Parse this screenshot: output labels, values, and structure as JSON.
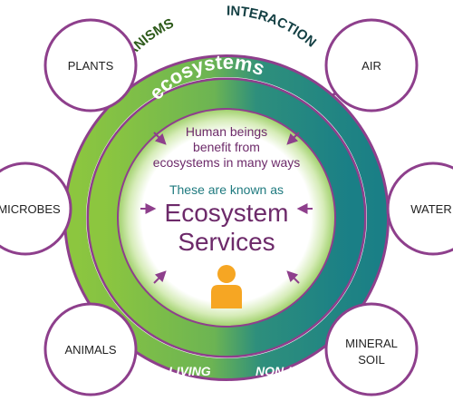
{
  "band": {
    "organisms": "ORGANISMS",
    "interaction": "INTERACTION",
    "living": "LIVING",
    "non_living": "NON-LIVING",
    "ecosystems": "ecosystems"
  },
  "nodes": {
    "plants": "PLANTS",
    "microbes": "MICROBES",
    "animals": "ANIMALS",
    "air": "AIR",
    "water": "WATER",
    "mineral_soil": [
      "MINERAL",
      "SOIL"
    ]
  },
  "center": {
    "line1": "Human beings",
    "line2": "benefit from",
    "line3": "ecosystems in many ways",
    "known_as": "These are known as",
    "title1": "Ecosystem",
    "title2": "Services"
  },
  "colors": {
    "living_green": "#8cc63f",
    "teal": "#1a7f86",
    "purple": "#8e3f8c",
    "text_purple": "#6d2a6a",
    "teal_text": "#1f7a7f",
    "person_orange": "#f6a623"
  },
  "icons": [
    "person-icon",
    "arrow-icon"
  ]
}
